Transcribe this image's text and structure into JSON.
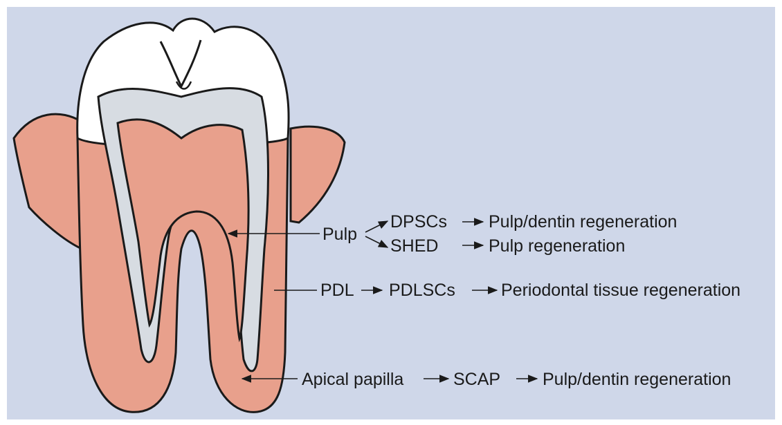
{
  "labels": {
    "pulp": "Pulp",
    "dpscs": "DPSCs",
    "dpscs_outcome": "Pulp/dentin regeneration",
    "shed": "SHED",
    "shed_outcome": "Pulp regeneration",
    "pdl": "PDL",
    "pdlscs": "PDLSCs",
    "pdlscs_outcome": "Periodontal tissue regeneration",
    "apical_papilla": "Apical papilla",
    "scap": "SCAP",
    "scap_outcome": "Pulp/dentin regeneration"
  },
  "colors": {
    "background": "#cfd7e9",
    "gum_pulp": "#e8a08c",
    "dentin": "#d7dce2",
    "enamel": "#ffffff",
    "outline": "#1a1a1a"
  }
}
